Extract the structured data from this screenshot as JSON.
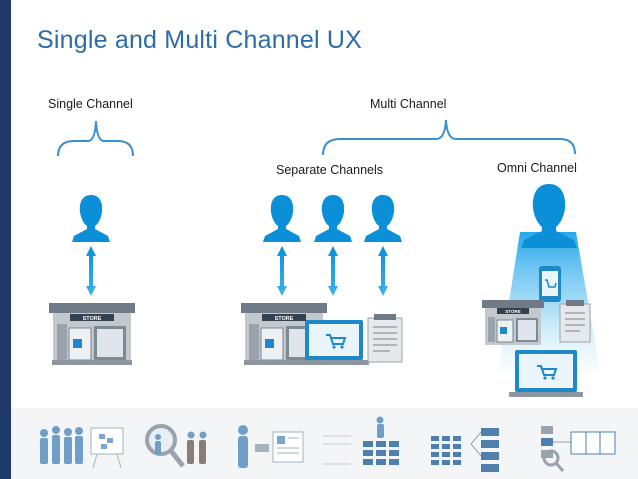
{
  "slide": {
    "title": "Single and Multi Channel UX"
  },
  "labels": {
    "single_channel": "Single Channel",
    "multi_channel": "Multi Channel",
    "separate_channels": "Separate Channels",
    "omni_channel": "Omni Channel"
  },
  "store_signs": {
    "single": "STORE",
    "separate": "STORE",
    "omni": "STORE"
  },
  "colors": {
    "accent_blue": "#0a8fd8",
    "title_blue": "#2e6ca8",
    "side_bar": "#1f3a68",
    "store_grey": "#b7bcc2",
    "store_roof": "#6f7a86",
    "laptop_frame": "#1e88c9",
    "doc_fill": "#e6e9ec"
  },
  "icons": {
    "person": "person-icon",
    "arrow": "double-arrow-icon",
    "store": "store-icon",
    "laptop": "laptop-cart-icon",
    "document": "document-icon",
    "phone": "phone-cart-icon"
  }
}
